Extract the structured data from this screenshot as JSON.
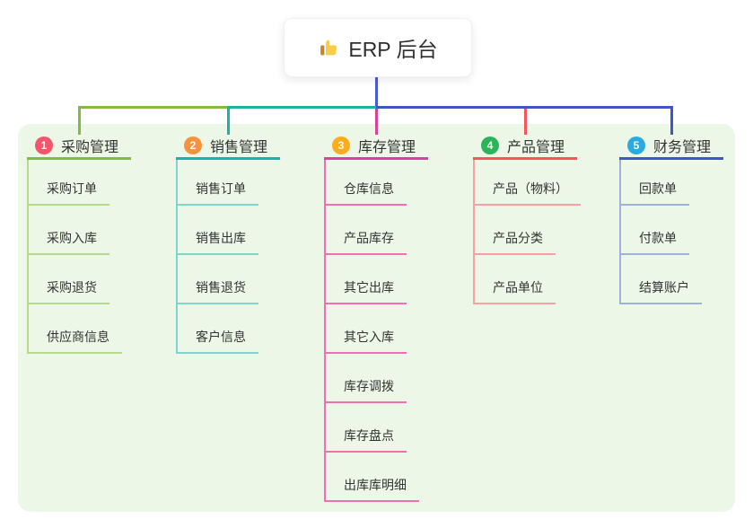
{
  "root": {
    "label": "ERP 后台",
    "icon": "thumbs-up-icon"
  },
  "colors": {
    "root_connector": "#4a5bd3",
    "panel_bg": "#ecf7e8",
    "text": "#333333",
    "root_box_bg": "#ffffff"
  },
  "branches": [
    {
      "index": "1",
      "title": "采购管理",
      "badge_color": "#f1566c",
      "line_color": "#82bb41",
      "child_line_color": "#b6d98d",
      "children": [
        "采购订单",
        "采购入库",
        "采购退货",
        "供应商信息"
      ]
    },
    {
      "index": "2",
      "title": "销售管理",
      "badge_color": "#f9923e",
      "line_color": "#17b3a8",
      "child_line_color": "#7fd4cc",
      "children": [
        "销售订单",
        "销售出库",
        "销售退货",
        "客户信息"
      ]
    },
    {
      "index": "3",
      "title": "库存管理",
      "badge_color": "#fbad1d",
      "line_color": "#d8439a",
      "child_line_color": "#ee6fb2",
      "children": [
        "仓库信息",
        "产品库存",
        "其它出库",
        "其它入库",
        "库存调拨",
        "库存盘点",
        "出库库明细"
      ]
    },
    {
      "index": "4",
      "title": "产品管理",
      "badge_color": "#2cb45a",
      "line_color": "#f8545c",
      "child_line_color": "#fa9fa3",
      "children": [
        "产品（物料）",
        "产品分类",
        "产品单位"
      ]
    },
    {
      "index": "5",
      "title": "财务管理",
      "badge_color": "#29abe2",
      "line_color": "#3f56c9",
      "child_line_color": "#9fb0dd",
      "children": [
        "回款单",
        "付款单",
        "结算账户"
      ]
    }
  ]
}
